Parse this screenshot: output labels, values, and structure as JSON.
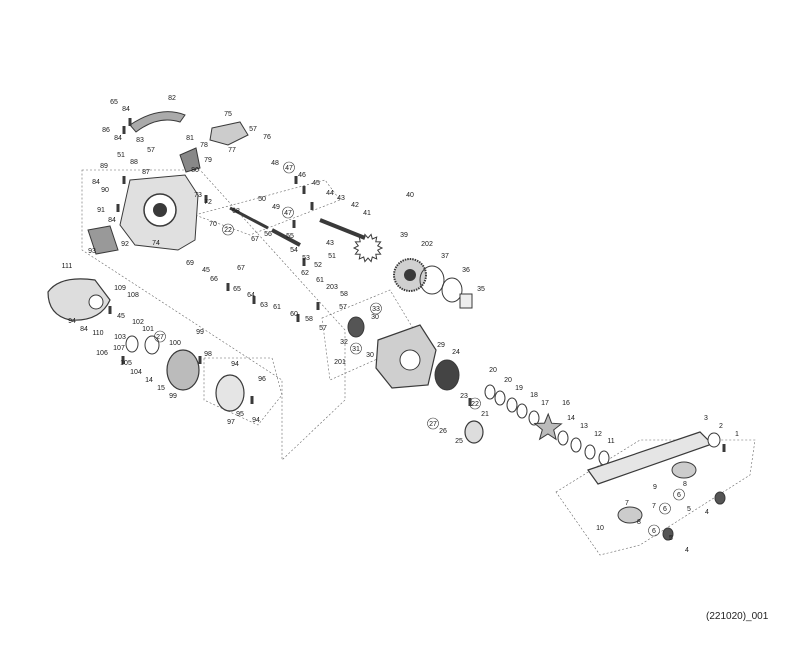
{
  "diagram": {
    "code": "(221020)_001",
    "labels": [
      "82",
      "65",
      "84",
      "86",
      "84",
      "83",
      "57",
      "75",
      "57",
      "76",
      "81",
      "78",
      "77",
      "79",
      "80",
      "51",
      "89",
      "88",
      "87",
      "84",
      "90",
      "73",
      "72",
      "91",
      "84",
      "74",
      "92",
      "93",
      "48",
      "47",
      "46",
      "45",
      "50",
      "49",
      "47",
      "44",
      "43",
      "42",
      "41",
      "68",
      "70",
      "56",
      "22",
      "54",
      "55",
      "43",
      "40",
      "39",
      "67",
      "69",
      "45",
      "53",
      "52",
      "51",
      "202",
      "37",
      "66",
      "67",
      "36",
      "62",
      "61",
      "63",
      "65",
      "64",
      "203",
      "58",
      "35",
      "61",
      "60",
      "58",
      "57",
      "57",
      "111",
      "109",
      "108",
      "94",
      "84",
      "110",
      "45",
      "33",
      "30",
      "32",
      "31",
      "30",
      "201",
      "102",
      "101",
      "27",
      "100",
      "99",
      "103",
      "106",
      "107",
      "105",
      "104",
      "14",
      "15",
      "99",
      "98",
      "94",
      "96",
      "95",
      "94",
      "97",
      "29",
      "24",
      "20",
      "20",
      "19",
      "18",
      "23",
      "22",
      "27",
      "26",
      "21",
      "25",
      "17",
      "16",
      "14",
      "13",
      "12",
      "11",
      "3",
      "2",
      "1",
      "9",
      "8",
      "6",
      "7",
      "6",
      "5",
      "4",
      "8",
      "7",
      "6",
      "5",
      "4",
      "10"
    ],
    "callout_colors": {
      "line": "#444444",
      "part_fill": "#e0e0e0",
      "part_dark": "#3a3a3a"
    }
  }
}
